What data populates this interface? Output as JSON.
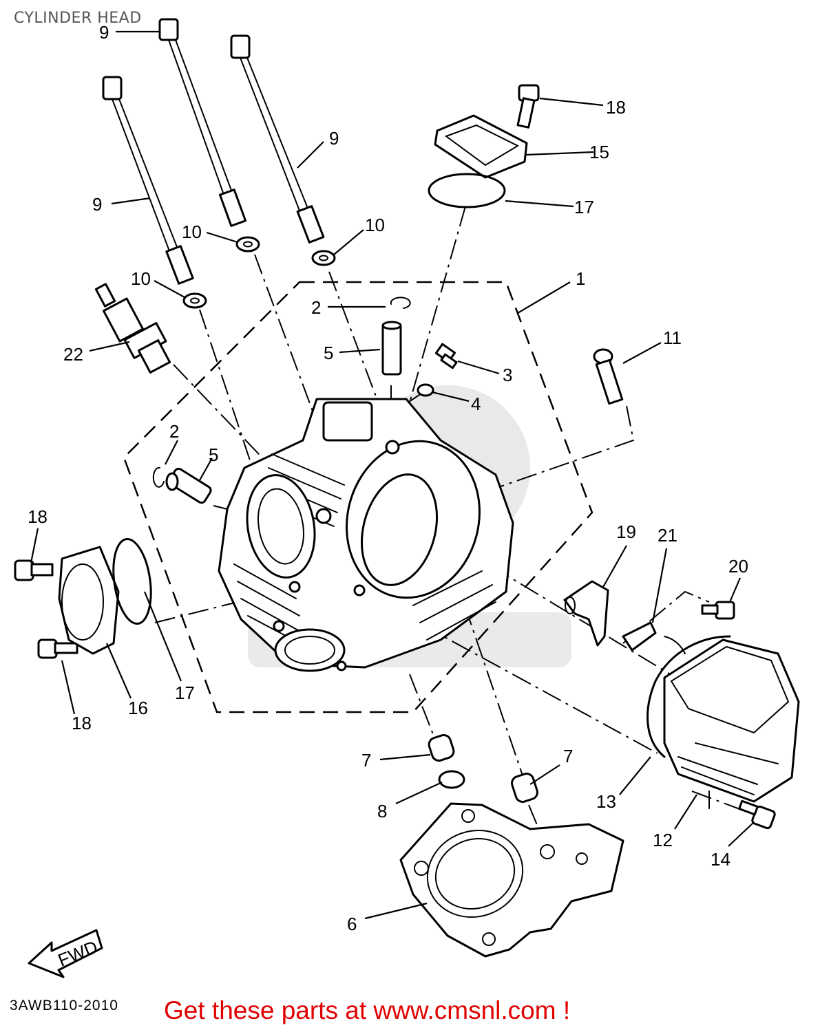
{
  "title": "CYLINDER HEAD",
  "drawing_code": "3AWB110-2010",
  "promo_text": "Get these parts at www.cmsnl.com !",
  "fwd_label": "FWD",
  "callouts": {
    "c1": "1",
    "c2a": "2",
    "c2b": "2",
    "c3": "3",
    "c4": "4",
    "c5a": "5",
    "c5b": "5",
    "c6": "6",
    "c7a": "7",
    "c7b": "7",
    "c8": "8",
    "c9a": "9",
    "c9b": "9",
    "c9c": "9",
    "c10a": "10",
    "c10b": "10",
    "c10c": "10",
    "c11": "11",
    "c12": "12",
    "c13": "13",
    "c14": "14",
    "c15": "15",
    "c16": "16",
    "c17a": "17",
    "c17b": "17",
    "c18a": "18",
    "c18b": "18",
    "c18c": "18",
    "c19": "19",
    "c20": "20",
    "c21": "21",
    "c22": "22"
  }
}
